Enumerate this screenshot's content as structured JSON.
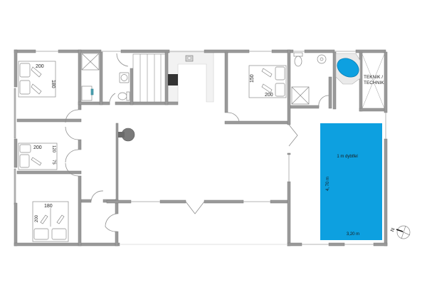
{
  "colors": {
    "wall": "#9a9a9a",
    "wall_stroke": "#7d7d7d",
    "kitchen_floor": "#f2f2f2",
    "pool": "#0da0e0",
    "spa": "#0da0e0",
    "stove": "#333333",
    "chimney": "#7a7a7a"
  },
  "bedrooms": [
    {
      "name": "bedroom-1",
      "bed_length": "200",
      "bed_width": "180"
    },
    {
      "name": "bedroom-2",
      "bed_length": "200",
      "bed_width": "150"
    },
    {
      "name": "bedroom-3",
      "bed_length": "200",
      "bed_width_top": "120",
      "bed_width_bottom": "75"
    },
    {
      "name": "bedroom-4",
      "bed_length": "200",
      "bed_width": "180"
    }
  ],
  "technical_room": {
    "line1": "TEKNIK /",
    "line2": "TECHNIK"
  },
  "pool": {
    "depth_label": "1 m dybtfel",
    "length_label": "4, 70 m",
    "width_label": "3,20 m"
  },
  "compass": {
    "north_label": "N"
  }
}
